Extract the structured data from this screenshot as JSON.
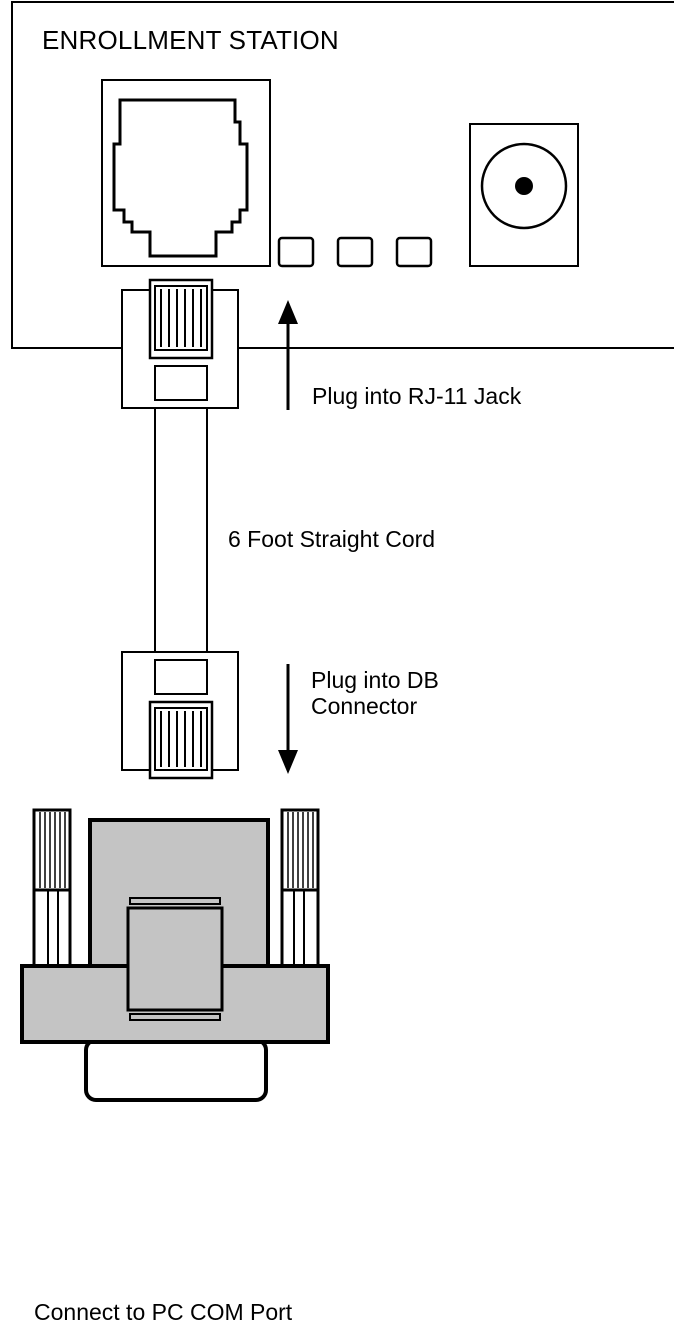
{
  "station": {
    "title": "ENROLLMENT STATION"
  },
  "labels": {
    "rj11": "Plug into RJ-11 Jack",
    "cord": "6 Foot Straight Cord",
    "db_line1": "Plug into DB",
    "db_line2": "Connector",
    "com": "Connect to PC COM Port"
  },
  "colors": {
    "line": "#000000",
    "fill": "#ffffff",
    "connector_gray": "#c4c4c4"
  }
}
